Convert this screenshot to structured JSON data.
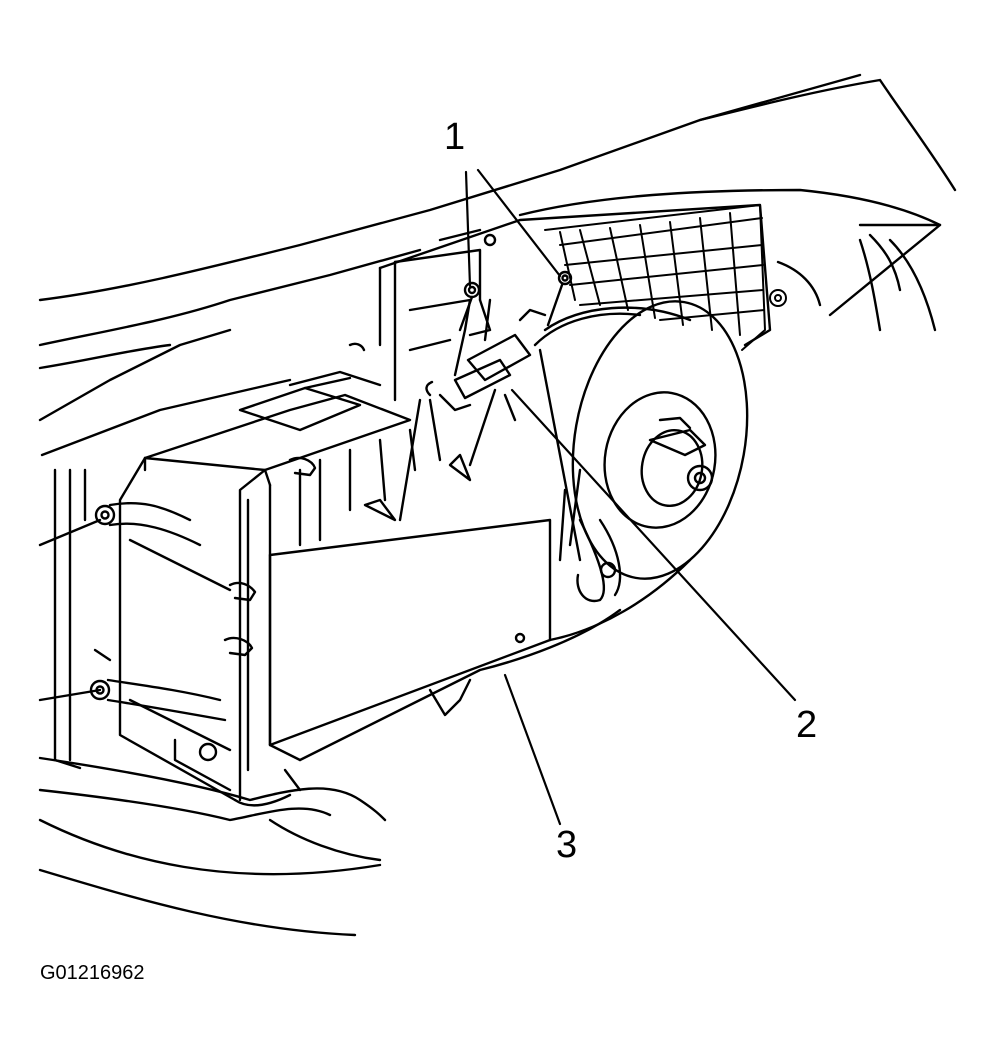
{
  "callouts": {
    "c1": "1",
    "c2": "2",
    "c3": "3"
  },
  "figure_id": "G01216962",
  "colors": {
    "ink": "#000000",
    "paper": "#ffffff"
  }
}
